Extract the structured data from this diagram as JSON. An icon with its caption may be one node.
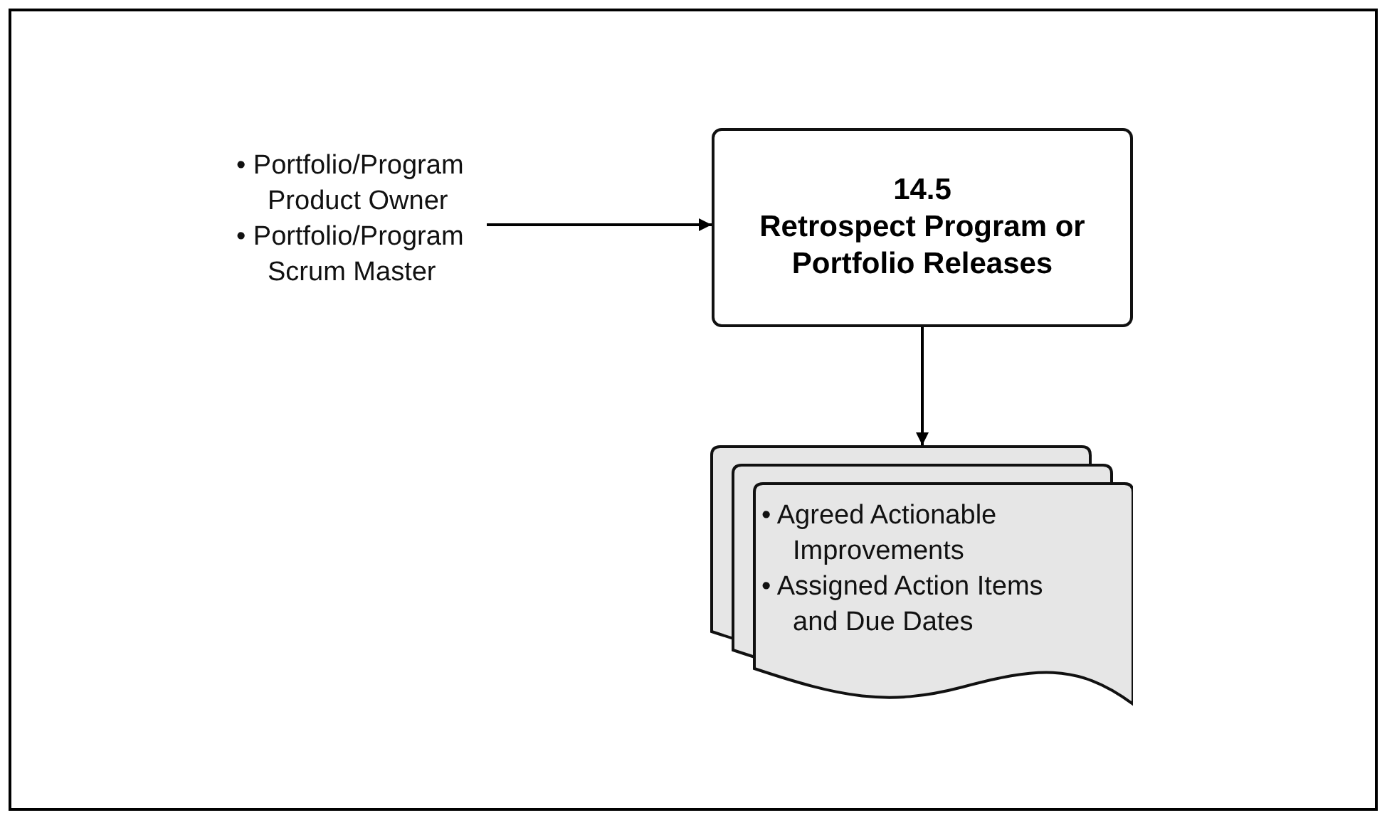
{
  "diagram": {
    "nodes": [
      {
        "text": [
          "• Portfolio/Program Product Owner",
          "• Portfolio/Program Scrum Master"
        ]
      },
      {
        "text": [
          "14.5",
          "Retrospect Program or Portfolio Releases"
        ]
      },
      {
        "text": [
          "• Agreed Actionable Improvements",
          "• Assigned Action Items and Due Dates"
        ]
      }
    ],
    "edges": [
      {
        "from": 0,
        "to": 1,
        "arrow": "to"
      },
      {
        "from": 1,
        "to": 2,
        "arrow": "to"
      }
    ]
  }
}
